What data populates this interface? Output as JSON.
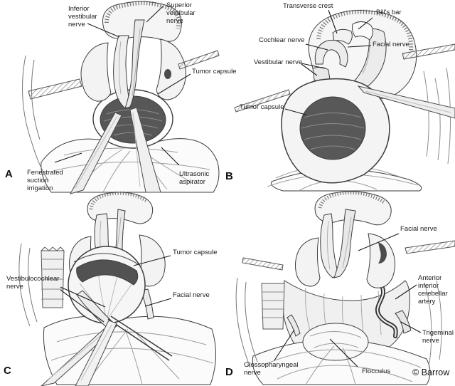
{
  "figure": {
    "credit": "© Barrow",
    "panels": {
      "a": {
        "letter": "A",
        "labels": {
          "inferior_vestibular_nerve": "Inferior\nvestibular\nnerve",
          "superior_vestibular_nerve": "Superior\nvestibular\nnerve",
          "tumor_capsule": "Tumor capsule",
          "fenestrated_suction_irrigation": "Fenestrated\nsuction\nirrigation",
          "ultrasonic_aspirator": "Ultrasonic\naspirator"
        }
      },
      "b": {
        "letter": "B",
        "labels": {
          "transverse_crest": "Transverse crest",
          "bills_bar": "Bill's bar",
          "cochlear_nerve": "Cochlear nerve",
          "facial_nerve": "Facial nerve",
          "vestibular_nerve": "Vestibular nerve",
          "tumor_capsule": "Tumor capsule"
        }
      },
      "c": {
        "letter": "C",
        "labels": {
          "tumor_capsule": "Tumor capsule",
          "vestibulocochlear_nerve": "Vestibulocochlear\nnerve",
          "facial_nerve": "Facial nerve"
        }
      },
      "d": {
        "letter": "D",
        "labels": {
          "facial_nerve": "Facial nerve",
          "anterior_inferior_cerebellar_artery": "Anterior\ninferior\ncerebellar\nartery",
          "trigeminal_nerve": "Trigeminal\nnerve",
          "glossopharyngeal_nerve": "Glossopharyngeal\nnerve",
          "flocculus": "Flocculus"
        }
      }
    }
  }
}
